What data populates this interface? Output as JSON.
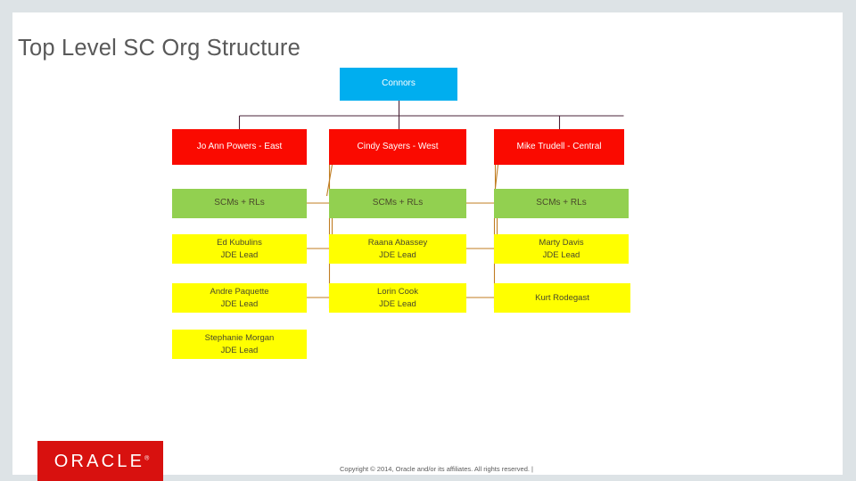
{
  "slide": {
    "title": "Top Level SC Org Structure",
    "background_color": "#dde3e6",
    "surface_color": "#ffffff"
  },
  "footer": {
    "logo_text": "ORACLE",
    "logo_registered": "®",
    "logo_color": "#d8110f",
    "copyright": "Copyright © 2014, Oracle and/or its affiliates. All rights reserved.   |"
  },
  "chart_data": {
    "type": "org-chart",
    "title": "Top Level SC Org Structure",
    "palette": {
      "root": "#00AEEF",
      "region": "#FA0A00",
      "team": "#92D050",
      "lead": "#FFFF00",
      "connector_top": "#4a2338",
      "connector_lower": "#c07d22"
    },
    "levels": [
      "root",
      "region",
      "team",
      "lead"
    ],
    "columns": [
      "East",
      "West",
      "Central"
    ],
    "nodes": {
      "root": {
        "name": "Connors",
        "subtitle": ""
      },
      "regions": [
        {
          "name": "Jo Ann Powers - East",
          "subtitle": ""
        },
        {
          "name": "Cindy Sayers - West",
          "subtitle": ""
        },
        {
          "name": "Mike Trudell - Central",
          "subtitle": ""
        }
      ],
      "teams": [
        {
          "name": "SCMs + RLs",
          "subtitle": ""
        },
        {
          "name": "SCMs + RLs",
          "subtitle": ""
        },
        {
          "name": "SCMs + RLs",
          "subtitle": ""
        }
      ],
      "leads": {
        "east": [
          {
            "name": "Ed Kubulins",
            "subtitle": "JDE Lead"
          },
          {
            "name": "Andre Paquette",
            "subtitle": "JDE Lead"
          },
          {
            "name": "Stephanie Morgan",
            "subtitle": "JDE Lead"
          }
        ],
        "west": [
          {
            "name": "Raana Abassey",
            "subtitle": "JDE Lead"
          },
          {
            "name": "Lorin Cook",
            "subtitle": "JDE Lead"
          }
        ],
        "central": [
          {
            "name": "Marty Davis",
            "subtitle": "JDE Lead"
          },
          {
            "name": "Kurt Rodegast",
            "subtitle": ""
          }
        ]
      }
    }
  }
}
